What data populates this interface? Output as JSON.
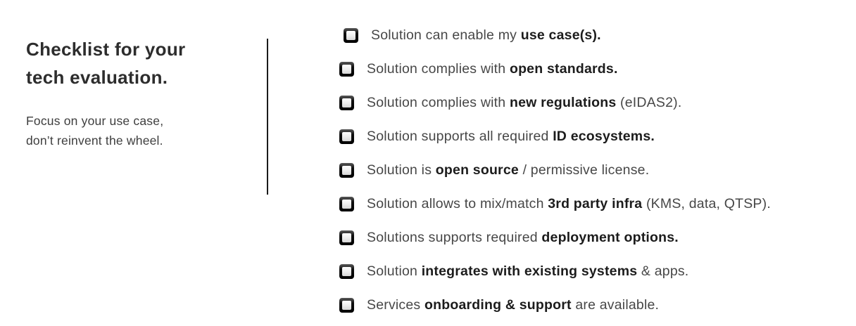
{
  "left_panel": {
    "title": [
      "Checklist for your",
      "tech evaluation."
    ],
    "subtitle": [
      "Focus on your use case,",
      "don’t reinvent the wheel."
    ]
  },
  "checklist": {
    "checkbox_icon": "white-square-button",
    "items": [
      {
        "checked": false,
        "pre": "Solution can enable my ",
        "bold": "use case(s).",
        "post": ""
      },
      {
        "checked": false,
        "pre": "Solution complies with ",
        "bold": "open standards.",
        "post": ""
      },
      {
        "checked": false,
        "pre": "Solution complies with ",
        "bold": "new regulations",
        "post": " (eIDAS2)."
      },
      {
        "checked": false,
        "pre": "Solution supports all required ",
        "bold": "ID ecosystems.",
        "post": ""
      },
      {
        "checked": false,
        "pre": "Solution is ",
        "bold": "open source",
        "post": " / permissive license."
      },
      {
        "checked": false,
        "pre": "Solution allows to mix/match ",
        "bold": "3rd party infra",
        "post": " (KMS, data, QTSP)."
      },
      {
        "checked": false,
        "pre": "Solutions supports required ",
        "bold": "deployment options.",
        "post": ""
      },
      {
        "checked": false,
        "pre": "Solution ",
        "bold": "integrates with existing systems",
        "post": " & apps."
      },
      {
        "checked": false,
        "pre": "Services ",
        "bold": "onboarding & support",
        "post": " are available."
      }
    ]
  },
  "colors": {
    "background": "#ffffff",
    "title_text": "#2d2d2d",
    "subtitle_text": "#3e3e3e",
    "body_text": "#474747",
    "bold_text": "#1c1c1c",
    "divider": "#1a1a1a",
    "checkbox_frame": "#0a0a0a",
    "checkbox_fill": "#ececec"
  }
}
